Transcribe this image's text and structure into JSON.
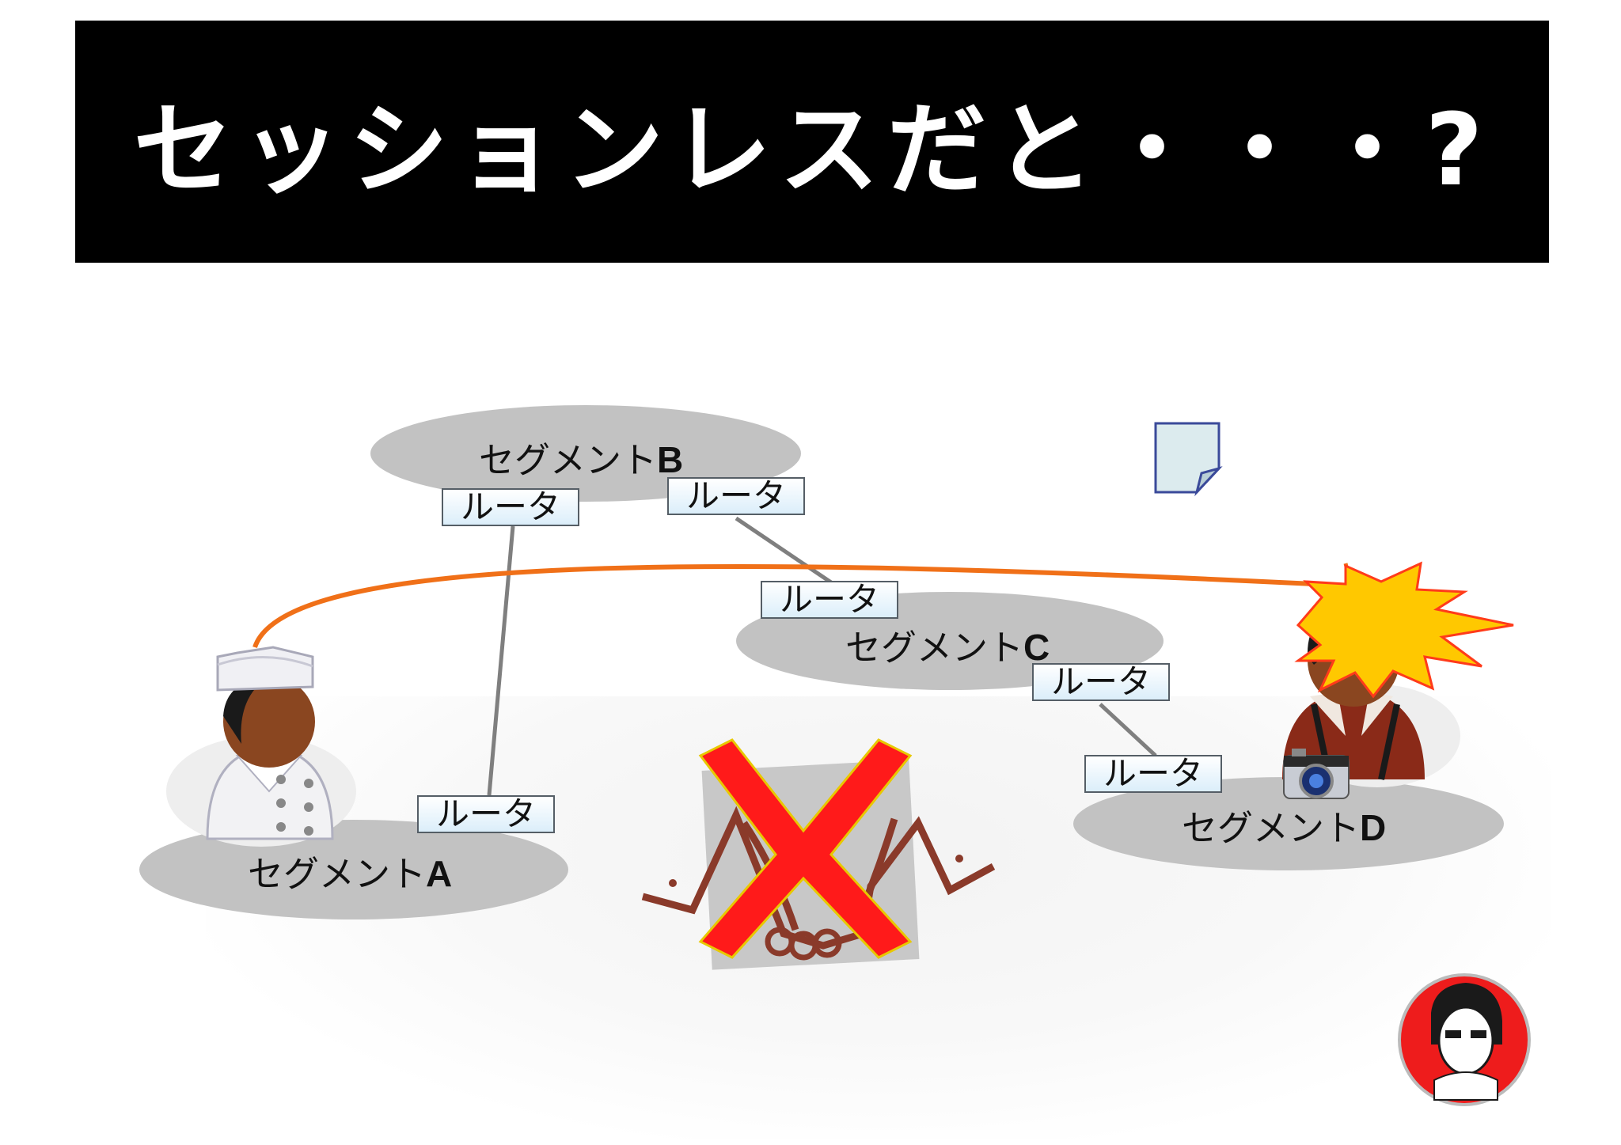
{
  "title": "セッションレスだと・・・?",
  "segments": {
    "a": {
      "prefix": "セグメント",
      "letter": "A"
    },
    "b": {
      "prefix": "セグメント",
      "letter": "B"
    },
    "c": {
      "prefix": "セグメント",
      "letter": "C"
    },
    "d": {
      "prefix": "セグメント",
      "letter": "D"
    }
  },
  "routers": {
    "b_left": "ルータ",
    "b_right": "ルータ",
    "c_top": "ルータ",
    "c_bottom": "ルータ",
    "d_top": "ルータ",
    "a_right": "ルータ"
  },
  "colors": {
    "title_bg": "#000000",
    "segment_fill": "#c2c2c2",
    "connection_line": "#7f7f7f",
    "packet_path": "#f07018",
    "cross": "#ff1a1a",
    "burst": "#ffc800",
    "handshake": "#8a3a2a"
  },
  "icons": [
    "chef-user-icon",
    "photographer-user-icon",
    "document-icon",
    "camera-icon",
    "collision-burst-icon",
    "handshake-icon",
    "cross-icon",
    "avatar-logo-icon"
  ]
}
